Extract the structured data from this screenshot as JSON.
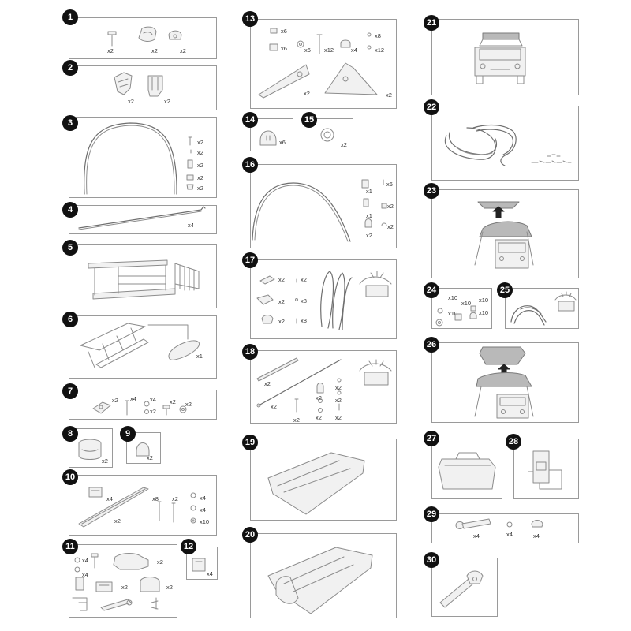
{
  "parts": [
    {
      "number": "1",
      "quantities": [
        "x2",
        "x2",
        "x2"
      ]
    },
    {
      "number": "2",
      "quantities": [
        "x2",
        "x2"
      ]
    },
    {
      "number": "3",
      "quantities": [
        "x2",
        "x2",
        "x2",
        "x2",
        "x2"
      ]
    },
    {
      "number": "4",
      "quantities": [
        "x4"
      ]
    },
    {
      "number": "5",
      "quantities": []
    },
    {
      "number": "6",
      "quantities": [
        "x1"
      ]
    },
    {
      "number": "7",
      "quantities": [
        "x2",
        "x4",
        "x4",
        "x2",
        "x2",
        "x2"
      ]
    },
    {
      "number": "8",
      "quantities": [
        "x2"
      ]
    },
    {
      "number": "9",
      "quantities": [
        "x2"
      ]
    },
    {
      "number": "10",
      "quantities": [
        "x4",
        "x8",
        "x2",
        "x4",
        "x4",
        "x10",
        "x2"
      ]
    },
    {
      "number": "11",
      "quantities": [
        "x4",
        "x4",
        "x2",
        "x2",
        "x2"
      ]
    },
    {
      "number": "12",
      "quantities": [
        "x4"
      ]
    },
    {
      "number": "13",
      "quantities": [
        "x6",
        "x6",
        "x6",
        "x12",
        "x4",
        "x8",
        "x12",
        "x2",
        "x2"
      ]
    },
    {
      "number": "14",
      "quantities": [
        "x6"
      ]
    },
    {
      "number": "15",
      "quantities": [
        "x2"
      ]
    },
    {
      "number": "16",
      "quantities": [
        "x6",
        "x1",
        "x2",
        "x1",
        "x2",
        "x2"
      ]
    },
    {
      "number": "17",
      "quantities": [
        "x2",
        "x2",
        "x2",
        "x8",
        "x2",
        "x8"
      ]
    },
    {
      "number": "18",
      "quantities": [
        "x2",
        "x2",
        "x2",
        "x2",
        "x2",
        "x2",
        "x2",
        "x2"
      ]
    },
    {
      "number": "19",
      "quantities": []
    },
    {
      "number": "20",
      "quantities": []
    },
    {
      "number": "21",
      "quantities": []
    },
    {
      "number": "22",
      "quantities": []
    },
    {
      "number": "23",
      "quantities": []
    },
    {
      "number": "24",
      "quantities": [
        "x10",
        "x10",
        "x10",
        "x10",
        "x10"
      ]
    },
    {
      "number": "25",
      "quantities": []
    },
    {
      "number": "26",
      "quantities": []
    },
    {
      "number": "27",
      "quantities": []
    },
    {
      "number": "28",
      "quantities": []
    },
    {
      "number": "29",
      "quantities": [
        "x4",
        "x4",
        "x4"
      ]
    },
    {
      "number": "30",
      "quantities": []
    }
  ],
  "icons": {
    "number_badge": "filled-black-circle",
    "tent": "rooftop-tent-icon",
    "vehicle": "suv-front-icon",
    "arrow": "up-arrow-icon"
  },
  "colors": {
    "badge": "#111111",
    "outline": "#9a9a9a",
    "line_art": "#8c8c8c",
    "tent_fill": "#b9b9b9"
  }
}
